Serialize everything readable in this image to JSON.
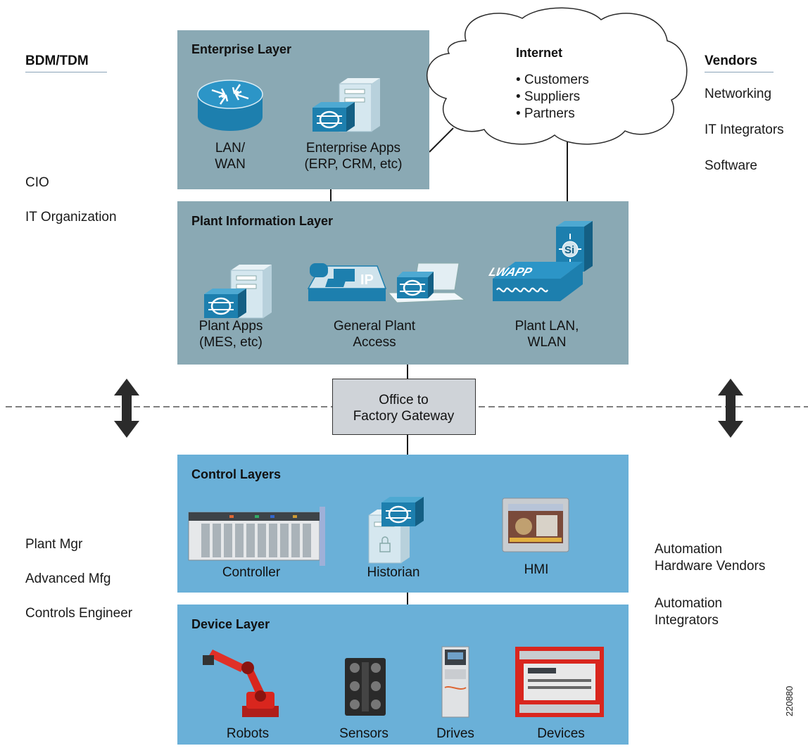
{
  "left_labels": {
    "header": "BDM/TDM",
    "it_roles": [
      "CIO",
      "IT Organization"
    ],
    "plant_roles": [
      "Plant Mgr",
      "Advanced Mfg",
      "Controls Engineer"
    ]
  },
  "right_labels": {
    "header": "Vendors",
    "it_vendors": [
      "Networking",
      "IT Integrators",
      "Software"
    ],
    "automation_hw": [
      "Automation",
      "Hardware Vendors"
    ],
    "automation_int": [
      "Automation",
      "Integrators"
    ]
  },
  "internet": {
    "title": "Internet",
    "items": [
      "• Customers",
      "• Suppliers",
      "• Partners"
    ]
  },
  "enterprise": {
    "title": "Enterprise Layer",
    "lan_wan": [
      "LAN/",
      "WAN"
    ],
    "apps": [
      "Enterprise Apps",
      "(ERP, CRM, etc)"
    ]
  },
  "plant_info": {
    "title": "Plant Information Layer",
    "plant_apps": [
      "Plant Apps",
      "(MES, etc)"
    ],
    "general_access": [
      "General Plant",
      "Access"
    ],
    "plant_lan": [
      "Plant LAN,",
      "WLAN"
    ],
    "ip_label": "IP",
    "lwapp_label": "LWAPP",
    "si_label": "Si"
  },
  "gateway": {
    "lines": [
      "Office to",
      "Factory Gateway"
    ]
  },
  "control": {
    "title": "Control Layers",
    "controller": "Controller",
    "historian": "Historian",
    "hmi": "HMI"
  },
  "device": {
    "title": "Device Layer",
    "robots": "Robots",
    "sensors": "Sensors",
    "drives": "Drives",
    "devices": "Devices"
  },
  "figure_id": "220880",
  "colors": {
    "it_panel": "#8aa9b4",
    "ot_panel": "#6ab0d8",
    "gateway": "#cfd3d8",
    "icon_blue": "#1d7fae",
    "icon_light": "#cfe3ec"
  }
}
